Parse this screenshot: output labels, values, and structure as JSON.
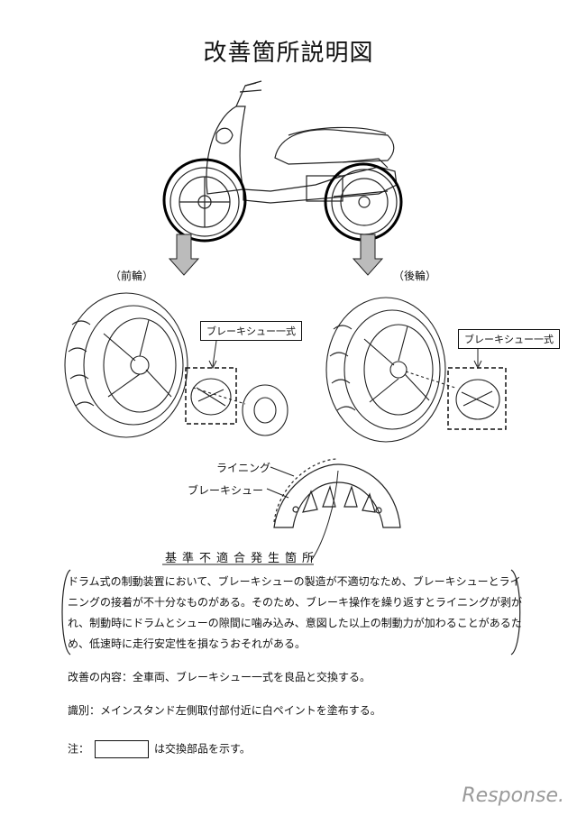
{
  "title": "改善箇所説明図",
  "labels": {
    "front": "（前輪）",
    "rear": "（後輪）",
    "brake_shoe_set_front": "ブレーキシュー一式",
    "brake_shoe_set_rear": "ブレーキシュー一式",
    "lining": "ライニング",
    "brake_shoe": "ブレーキシュー",
    "defect_location": "基準不適合発生箇所"
  },
  "description": "ドラム式の制動装置において、ブレーキシューの製造が不適切なため、ブレーキシューとライニングの接着が不十分なものがある。そのため、ブレーキ操作を繰り返すとライニングが剥がれ、制動時にドラムとシューの隙間に噛み込み、意図した以上の制動力が加わることがあるため、低速時に走行安定性を損なうおそれがある。",
  "improvement": "改善の内容：全車両、ブレーキシュー一式を良品と交換する。",
  "identification": "識別：メインスタンド左側取付部付近に白ペイントを塗布する。",
  "note_prefix": "注：",
  "note_suffix": "は交換部品を示す。",
  "logo": "Response."
}
